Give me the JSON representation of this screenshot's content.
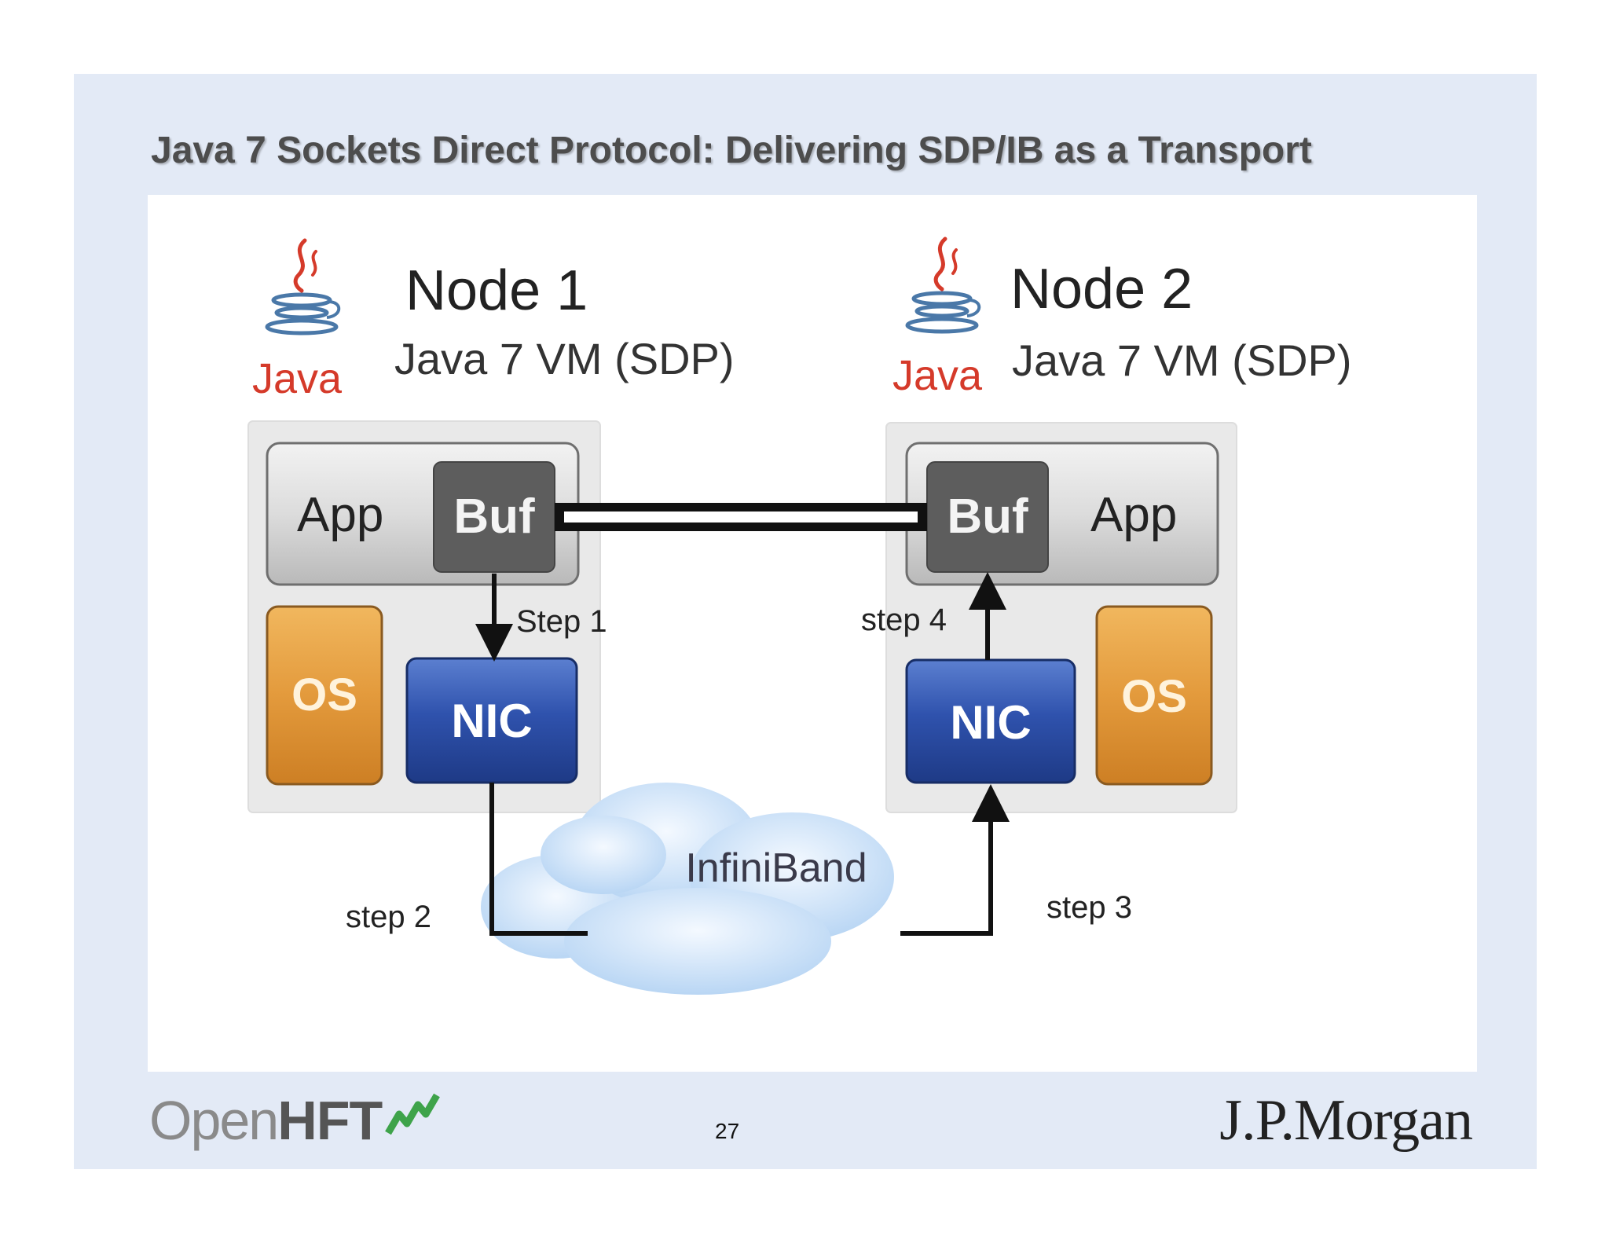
{
  "slide": {
    "title": "Java 7 Sockets Direct Protocol:  Delivering  SDP/IB as a Transport",
    "page_number": "27"
  },
  "diagram": {
    "node1": {
      "logo_text": "Java",
      "title": "Node 1",
      "subtitle": "Java 7 VM (SDP)",
      "app_label": "App",
      "buf_label": "Buf",
      "os_label": "OS",
      "nic_label": "NIC"
    },
    "node2": {
      "logo_text": "Java",
      "title": "Node 2",
      "subtitle": "Java 7 VM (SDP)",
      "app_label": "App",
      "buf_label": "Buf",
      "os_label": "OS",
      "nic_label": "NIC"
    },
    "cloud_label": "InfiniBand",
    "steps": {
      "step1": "Step 1",
      "step2": "step 2",
      "step3": "step 3",
      "step4": "step 4"
    }
  },
  "footer": {
    "openhft_open": "Open",
    "openhft_hft": "HFT",
    "jpmorgan": "J.P.Morgan"
  },
  "colors": {
    "slide_background": "#e3eaf6",
    "os_orange": "#e39a3c",
    "nic_blue": "#2c4fa8",
    "buf_gray": "#5d5d5d",
    "java_red": "#d53a2a",
    "java_blue": "#4a78a8"
  }
}
